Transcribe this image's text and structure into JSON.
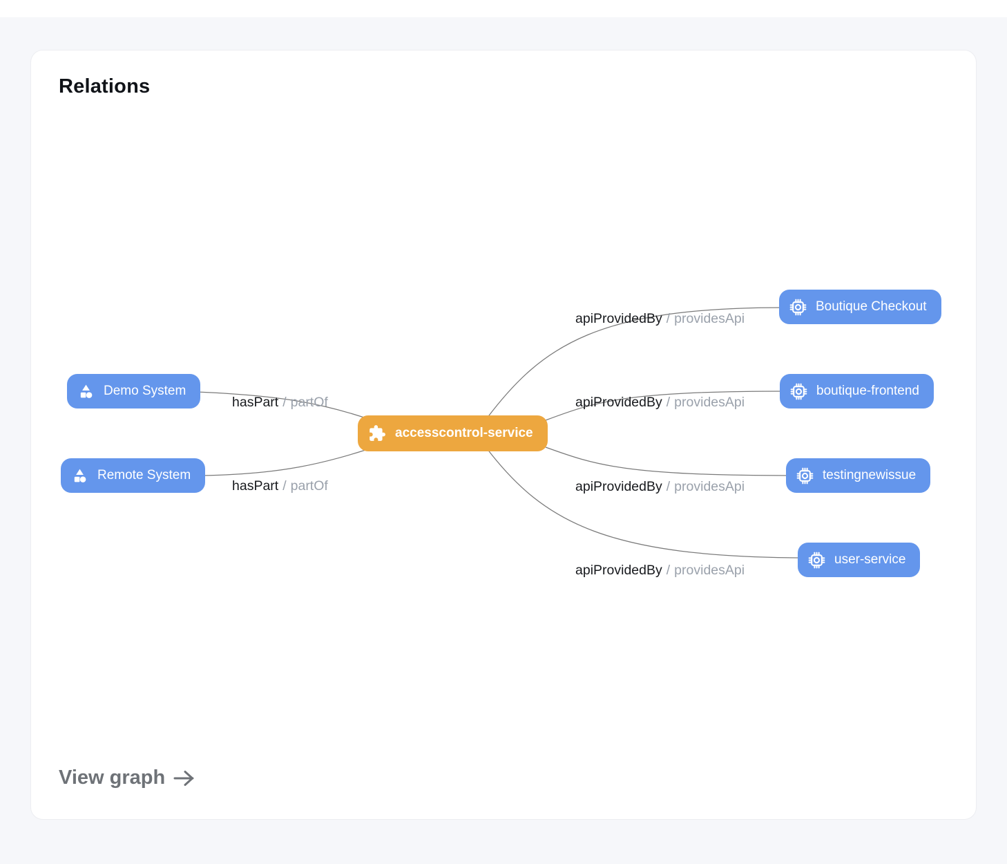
{
  "card": {
    "title": "Relations",
    "footer_link_label": "View graph",
    "footer_link_icon": "arrow-right-icon"
  },
  "colors": {
    "page_background": "#f6f7fa",
    "card_background": "#ffffff",
    "blue_node": "#6496ec",
    "center_node": "#eda73f",
    "node_text": "#ffffff",
    "edge_line": "#7a7a7a",
    "relation_text": "#17191d",
    "inverse_relation_text": "#9aa1ab",
    "title_text": "#101318",
    "footer_text": "#6e7277"
  },
  "graph": {
    "separator": "/",
    "center_node": {
      "label": "accesscontrol-service",
      "icon": "puzzle-icon"
    },
    "left_nodes": [
      {
        "label": "Demo System",
        "icon": "shapes-icon",
        "relation": "hasPart",
        "inverse": "partOf"
      },
      {
        "label": "Remote System",
        "icon": "shapes-icon",
        "relation": "hasPart",
        "inverse": "partOf"
      }
    ],
    "right_nodes": [
      {
        "label": "Boutique Checkout",
        "icon": "chip-icon",
        "relation": "apiProvidedBy",
        "inverse": "providesApi"
      },
      {
        "label": "boutique-frontend",
        "icon": "chip-icon",
        "relation": "apiProvidedBy",
        "inverse": "providesApi"
      },
      {
        "label": "testingnewissue",
        "icon": "chip-icon",
        "relation": "apiProvidedBy",
        "inverse": "providesApi"
      },
      {
        "label": "user-service",
        "icon": "chip-icon",
        "relation": "apiProvidedBy",
        "inverse": "providesApi"
      }
    ]
  }
}
